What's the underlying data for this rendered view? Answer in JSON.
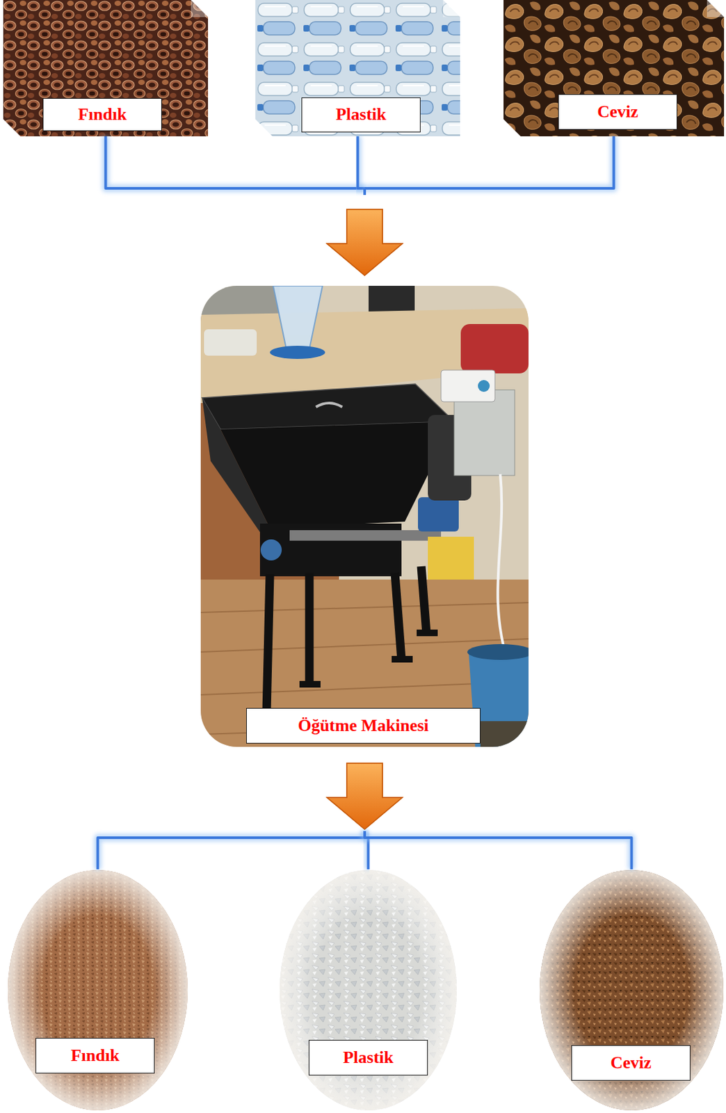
{
  "diagram": {
    "nodes": [
      {
        "text": [
          "Fındık"
        ]
      },
      {
        "text": [
          "Plastik"
        ]
      },
      {
        "text": [
          "Ceviz"
        ]
      },
      {
        "text": [
          "Öğütme Makinesi"
        ]
      },
      {
        "text": [
          "Fındık"
        ]
      },
      {
        "text": [
          "Plastik"
        ]
      },
      {
        "text": [
          "Ceviz"
        ]
      }
    ],
    "edges": [
      {
        "from": 0,
        "to": 3,
        "arrow": "to"
      },
      {
        "from": 1,
        "to": 3,
        "arrow": "to"
      },
      {
        "from": 2,
        "to": 3,
        "arrow": "to"
      },
      {
        "from": 3,
        "to": 4,
        "arrow": "to"
      },
      {
        "from": 3,
        "to": 5,
        "arrow": "to"
      },
      {
        "from": 3,
        "to": 6,
        "arrow": "to"
      }
    ]
  }
}
